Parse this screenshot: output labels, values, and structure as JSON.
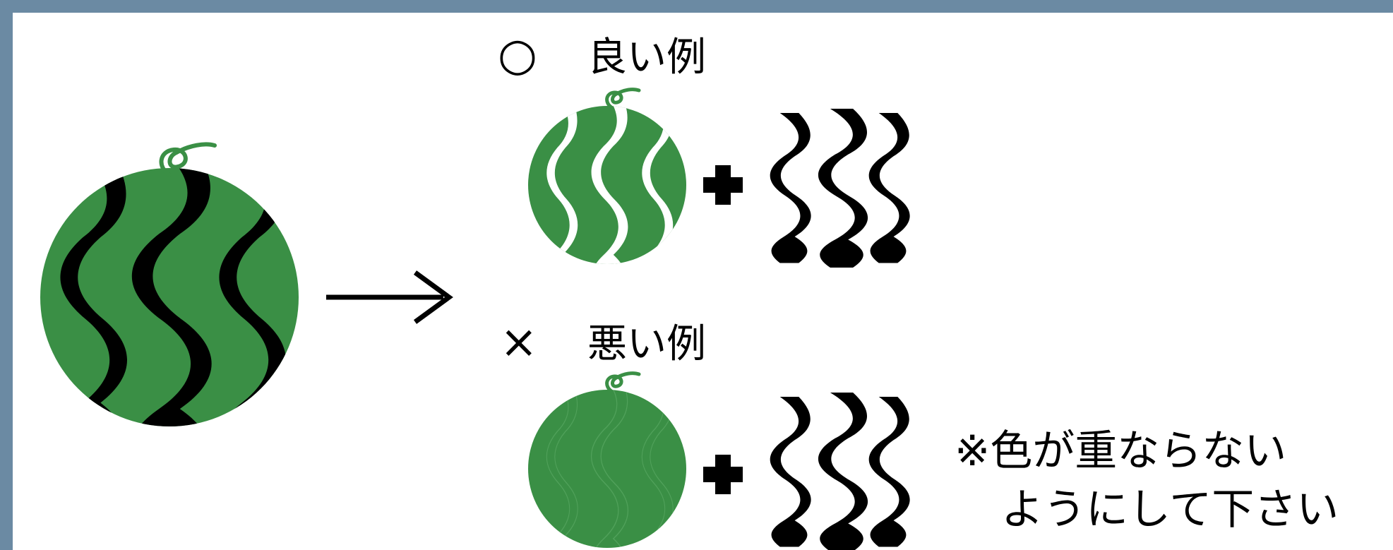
{
  "colors": {
    "border": "#6b8aa3",
    "watermelon_green": "#3a8f45",
    "stripe_black": "#000000",
    "background": "#ffffff"
  },
  "good_example": {
    "mark": "○",
    "label": "良い例"
  },
  "bad_example": {
    "mark": "×",
    "label": "悪い例"
  },
  "note": {
    "line1": "※色が重ならない",
    "line2": "ようにして下さい"
  },
  "icons": [
    "watermelon-icon",
    "arrow-right-icon",
    "plus-icon",
    "stripes-icon"
  ]
}
